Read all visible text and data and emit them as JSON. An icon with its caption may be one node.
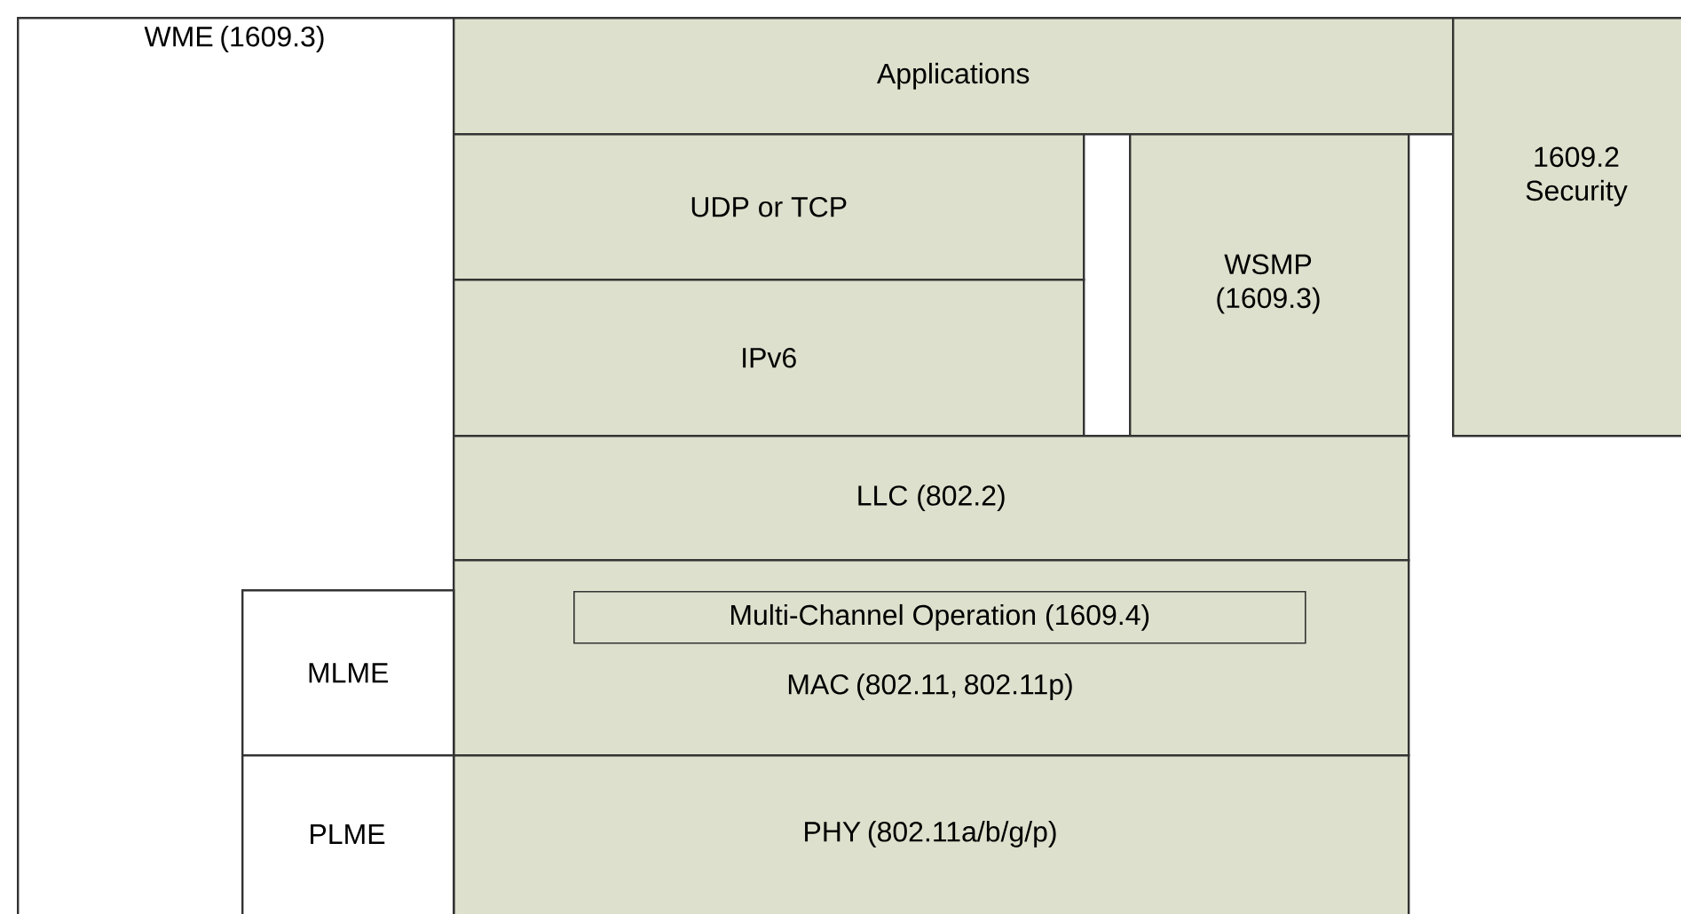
{
  "diagram": {
    "nodes": [
      {
        "text": [
          "WME (1609.3)"
        ]
      },
      {
        "text": [
          "MLME"
        ],
        "in": 0
      },
      {
        "text": [
          "PLME"
        ],
        "in": 0
      },
      {
        "text": [
          "Applications"
        ]
      },
      {
        "text": [
          "1609.2 Security"
        ]
      },
      {
        "text": [
          "UDP or TCP"
        ]
      },
      {
        "text": [
          "IPv6"
        ]
      },
      {
        "text": [
          "WSMP (1609.3)"
        ]
      },
      {
        "text": [
          "LLC (802.2)"
        ]
      },
      {
        "text": [
          "MAC (802.11, 802.11p)"
        ]
      },
      {
        "text": [
          "Multi-Channel Operation (1609.4)"
        ],
        "in": 9
      },
      {
        "text": [
          "PHY (802.11a/b/g/p)"
        ]
      }
    ]
  }
}
